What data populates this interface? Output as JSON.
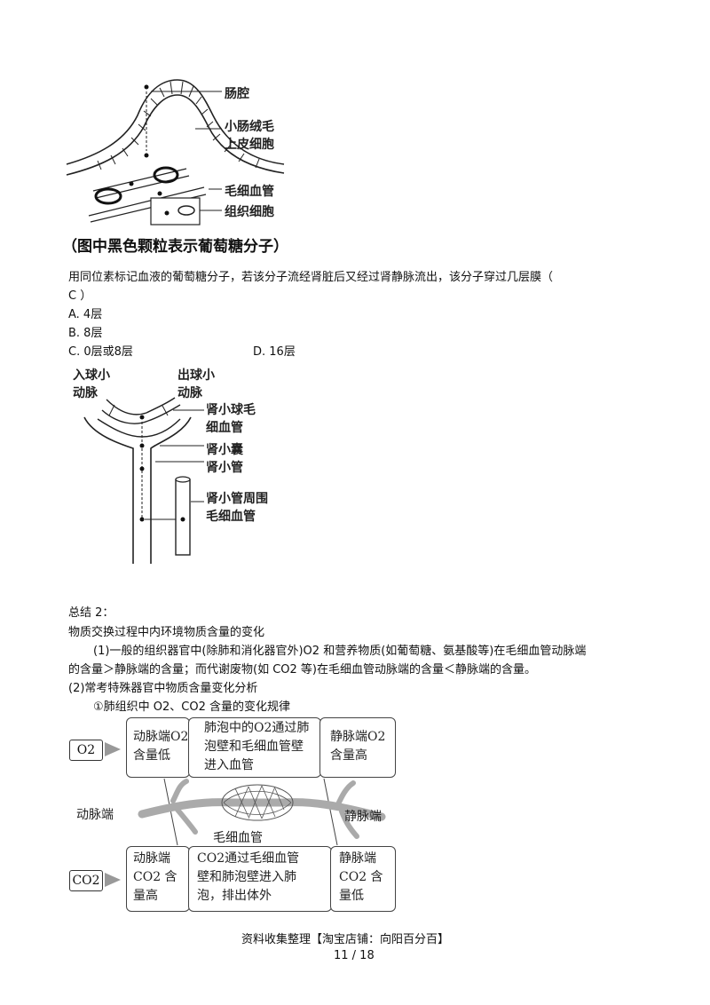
{
  "figure1": {
    "labels": {
      "lumen": "肠腔",
      "villus": "小肠绒毛\n上皮细胞",
      "capillary": "毛细血管",
      "tissue": "组织细胞"
    },
    "caption": "（图中黑色颗粒表示葡萄糖分子）"
  },
  "question": {
    "text": "用同位素标记血液的葡萄糖分子，若该分子流经肾脏后又经过肾静脉流出，该分子穿过几层膜（",
    "answer": "C  ）",
    "options": [
      "A. 4层",
      "B. 8层",
      "C. 0层或8层",
      "D. 16层"
    ]
  },
  "figure2": {
    "labels": {
      "afferent": "入球小\n动脉",
      "efferent": "出球小\n动脉",
      "glomerulus": "肾小球毛\n细血管",
      "capsule": "肾小囊",
      "tubule": "肾小管",
      "peritubular": "肾小管周围\n毛细血管"
    }
  },
  "summary": {
    "title": "总结 2：",
    "subtitle": "物质交换过程中内环境物质含量的变化",
    "p1_line1": "(1)一般的组织器官中(除肺和消化器官外)O2 和营养物质(如葡萄糖、氨基酸等)在毛细血管动脉端",
    "p1_line2": "的含量＞静脉端的含量；而代谢废物(如 CO2 等)在毛细血管动脉端的含量＜静脉端的含量。",
    "p2": "(2)常考特殊器官中物质含量变化分析",
    "p2_sub": "①肺组织中 O2、CO2 含量的变化规律"
  },
  "figure3": {
    "o2_tag": "O2",
    "co2_tag": "CO2",
    "top_boxes": [
      "动脉端O2\n含量低",
      "肺泡中的O2通过肺\n泡壁和毛细血管壁\n进入血管",
      "静脉端O2\n含量高"
    ],
    "bottom_boxes": [
      "动脉端\nCO2 含\n量高",
      "CO2通过毛细血管\n壁和肺泡壁进入肺\n泡，排出体外",
      "静脉端\nCO2 含\n量低"
    ],
    "artery_label": "动脉端",
    "vein_label": "静脉端",
    "capillary_label": "毛细血管"
  },
  "footer": {
    "source": "资料收集整理【淘宝店铺：向阳百分百】",
    "page": "11 / 18"
  }
}
